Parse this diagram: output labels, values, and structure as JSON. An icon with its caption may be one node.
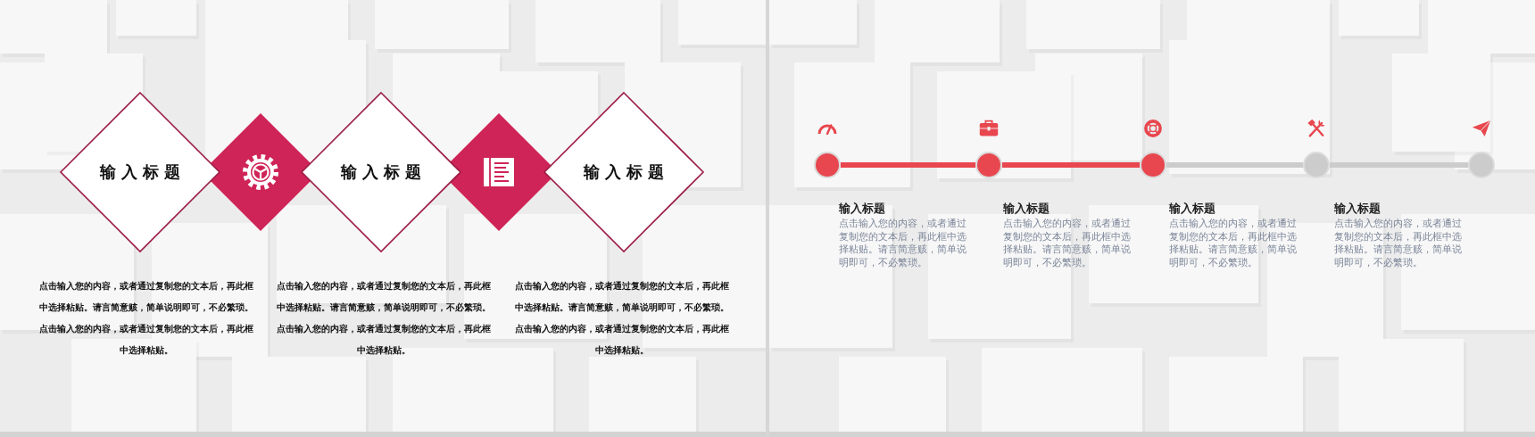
{
  "diagram": {
    "nodes": [
      {
        "text": [
          "输入标题"
        ]
      },
      {
        "text": [],
        "shape": "diamond"
      },
      {
        "text": [
          "输入标题"
        ]
      },
      {
        "text": [],
        "shape": "diamond"
      },
      {
        "text": [
          "输入标题"
        ]
      },
      {
        "text": [],
        "shape": "circle",
        "beside": [
          "输入标题",
          "点击输入您的内容，或者通过复制您的文本后，再此框中选择粘贴。请言简意赅，简单说明即可，不必繁琐。"
        ]
      },
      {
        "text": [],
        "shape": "circle",
        "beside": [
          "输入标题",
          "点击输入您的内容，或者通过复制您的文本后，再此框中选择粘贴。请言简意赅，简单说明即可，不必繁琐。"
        ]
      },
      {
        "text": [],
        "shape": "circle",
        "beside": [
          "输入标题",
          "点击输入您的内容，或者通过复制您的文本后，再此框中选择粘贴。请言简意赅，简单说明即可，不必繁琐。"
        ]
      },
      {
        "text": [],
        "shape": "circle",
        "beside": [
          "输入标题",
          "点击输入您的内容，或者通过复制您的文本后，再此框中选择粘贴。请言简意赅，简单说明即可，不必繁琐。"
        ]
      },
      {
        "text": [],
        "shape": "circle"
      }
    ],
    "edges": [
      {
        "from": 5,
        "to": 6,
        "arrow": "none",
        "color": "#e8474f"
      },
      {
        "from": 6,
        "to": 7,
        "arrow": "none",
        "color": "#e8474f"
      },
      {
        "from": 7,
        "to": 8,
        "arrow": "none",
        "color": "#cccccc"
      },
      {
        "from": 8,
        "to": 9,
        "arrow": "none",
        "color": "#cccccc"
      }
    ],
    "labels": [
      "点击输入您的内容，或者通过复制您的文本后，再此框中选择粘贴。请言简意赅，简单说明即可，不必繁琐。点击输入您的内容，或者通过复制您的文本后，再此框中选择粘贴。",
      "点击输入您的内容，或者通过复制您的文本后，再此框中选择粘贴。请言简意赅，简单说明即可，不必繁琐。点击输入您的内容，或者通过复制您的文本后，再此框中选择粘贴。",
      "点击输入您的内容，或者通过复制您的文本后，再此框中选择粘贴。请言简意赅，简单说明即可，不必繁琐。点击输入您的内容，或者通过复制您的文本后，再此框中选择粘贴。"
    ]
  }
}
